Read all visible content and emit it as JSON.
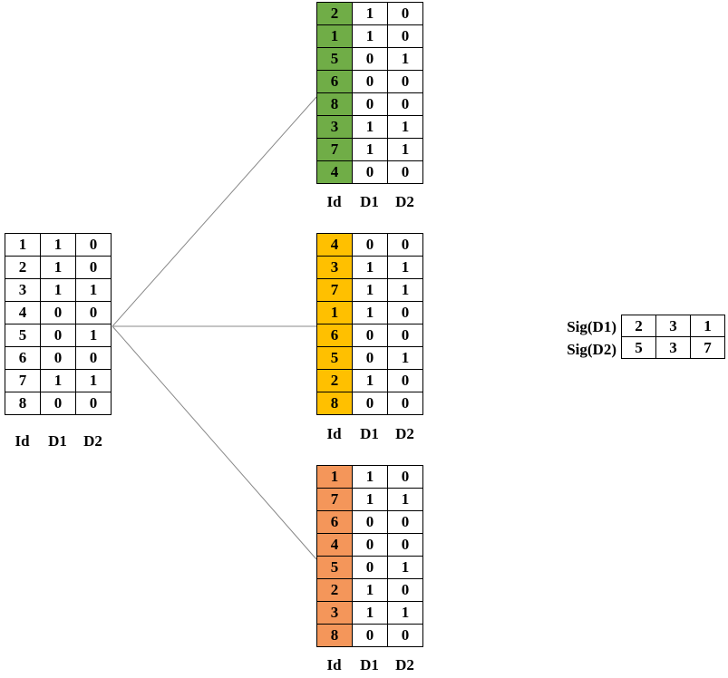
{
  "headers": {
    "id": "Id",
    "d1": "D1",
    "d2": "D2"
  },
  "colors": {
    "green": "#70ad47",
    "yellow": "#ffc000",
    "orange": "#f4965a",
    "line": "#888888"
  },
  "original": {
    "rows": [
      [
        "1",
        "1",
        "0"
      ],
      [
        "2",
        "1",
        "0"
      ],
      [
        "3",
        "1",
        "1"
      ],
      [
        "4",
        "0",
        "0"
      ],
      [
        "5",
        "0",
        "1"
      ],
      [
        "6",
        "0",
        "0"
      ],
      [
        "7",
        "1",
        "1"
      ],
      [
        "8",
        "0",
        "0"
      ]
    ]
  },
  "perm1": {
    "color": "green",
    "rows": [
      [
        "2",
        "1",
        "0"
      ],
      [
        "1",
        "1",
        "0"
      ],
      [
        "5",
        "0",
        "1"
      ],
      [
        "6",
        "0",
        "0"
      ],
      [
        "8",
        "0",
        "0"
      ],
      [
        "3",
        "1",
        "1"
      ],
      [
        "7",
        "1",
        "1"
      ],
      [
        "4",
        "0",
        "0"
      ]
    ]
  },
  "perm2": {
    "color": "yellow",
    "rows": [
      [
        "4",
        "0",
        "0"
      ],
      [
        "3",
        "1",
        "1"
      ],
      [
        "7",
        "1",
        "1"
      ],
      [
        "1",
        "1",
        "0"
      ],
      [
        "6",
        "0",
        "0"
      ],
      [
        "5",
        "0",
        "1"
      ],
      [
        "2",
        "1",
        "0"
      ],
      [
        "8",
        "0",
        "0"
      ]
    ]
  },
  "perm3": {
    "color": "orange",
    "rows": [
      [
        "1",
        "1",
        "0"
      ],
      [
        "7",
        "1",
        "1"
      ],
      [
        "6",
        "0",
        "0"
      ],
      [
        "4",
        "0",
        "0"
      ],
      [
        "5",
        "0",
        "1"
      ],
      [
        "2",
        "1",
        "0"
      ],
      [
        "3",
        "1",
        "1"
      ],
      [
        "8",
        "0",
        "0"
      ]
    ]
  },
  "signature": {
    "labels": [
      "Sig(D1)",
      "Sig(D2)"
    ],
    "rows": [
      [
        "2",
        "3",
        "1"
      ],
      [
        "5",
        "3",
        "7"
      ]
    ]
  }
}
